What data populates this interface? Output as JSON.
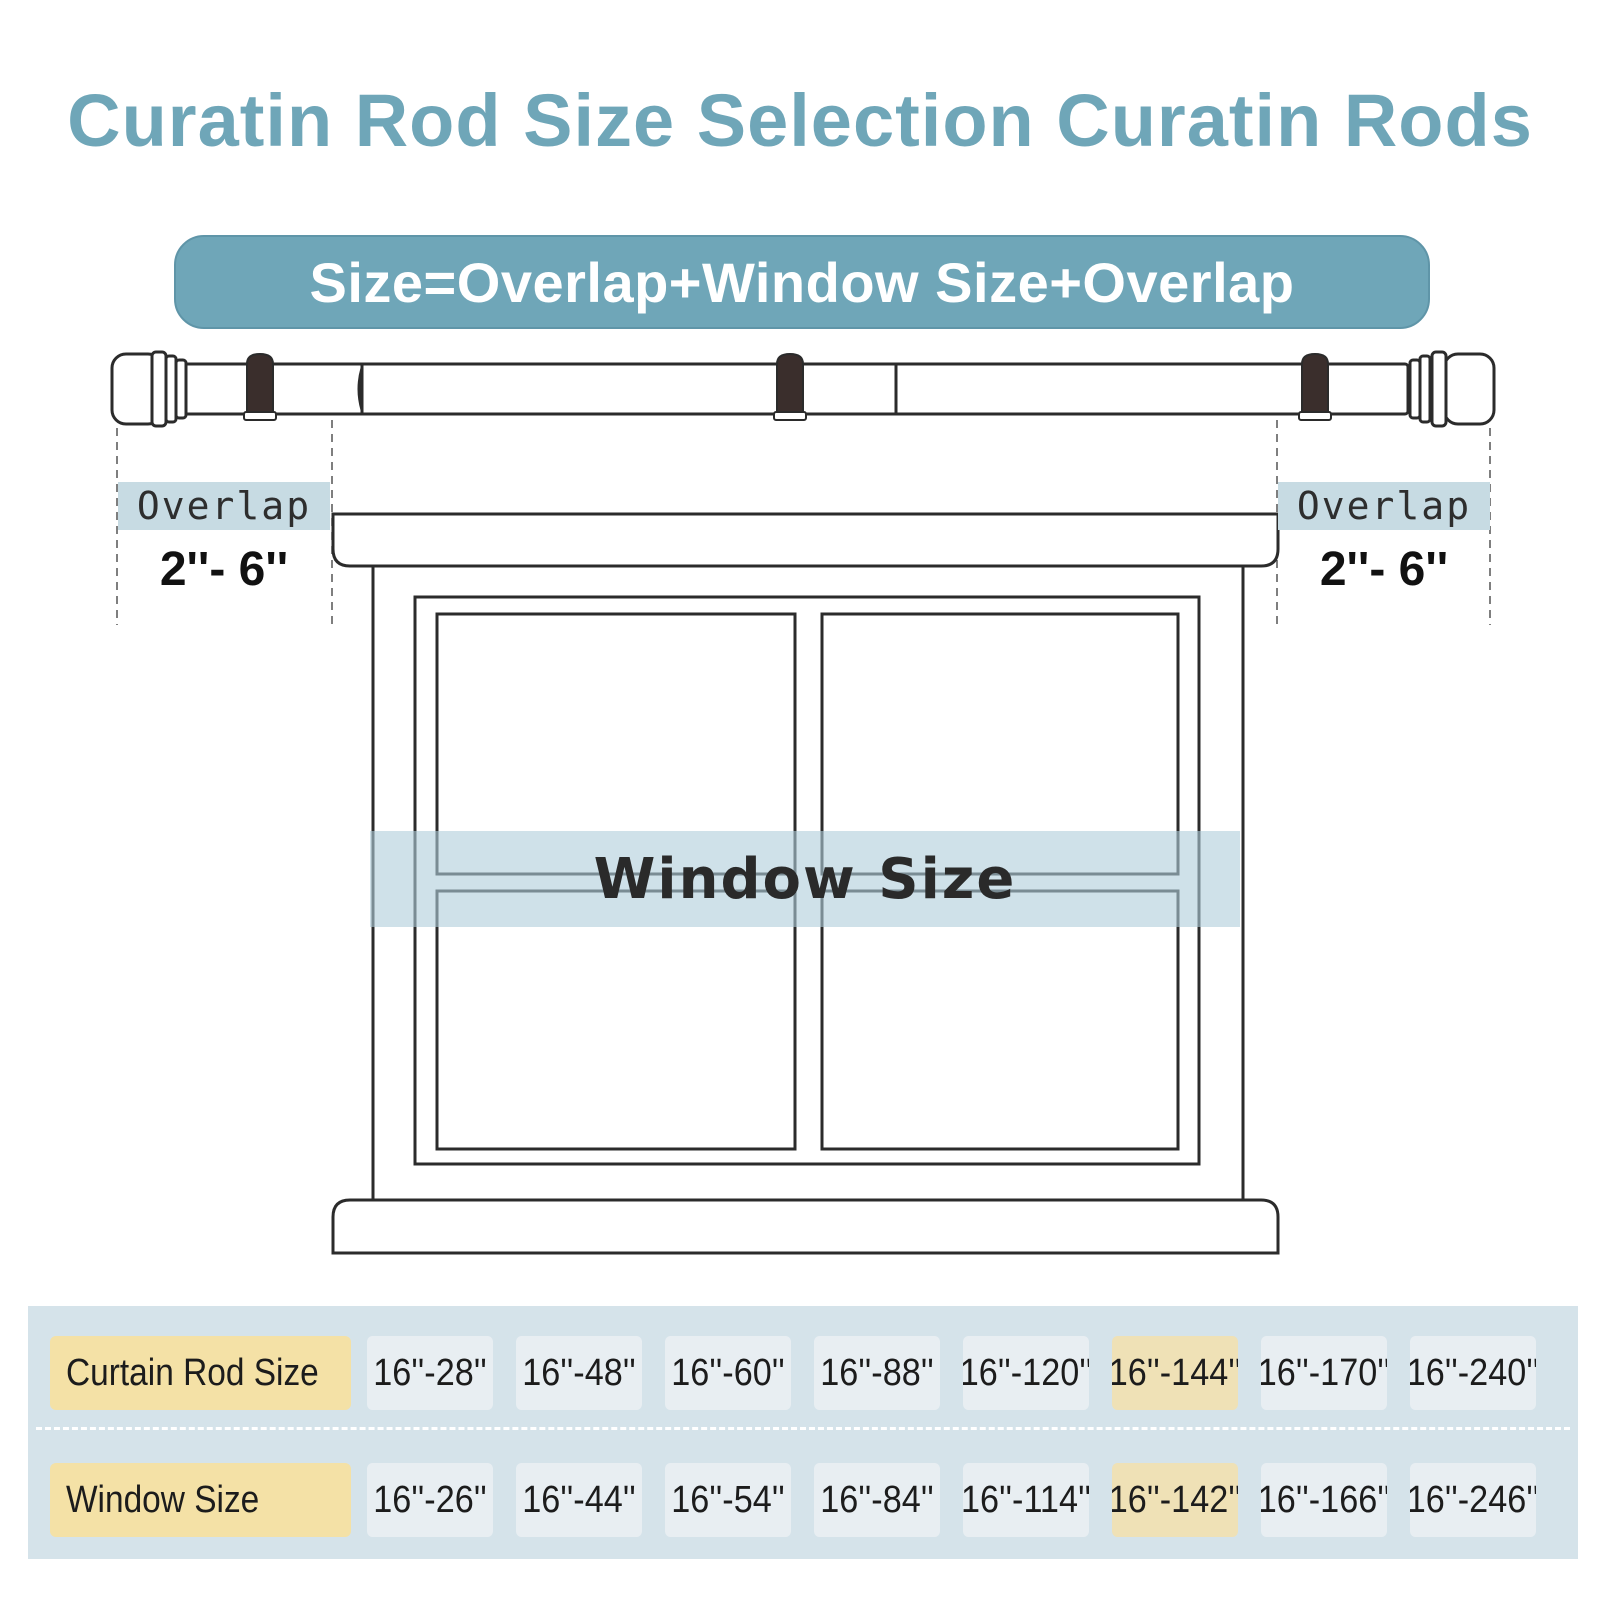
{
  "title": "Curatin Rod Size Selection Curatin Rods",
  "formula": "Size=Overlap+Window Size+Overlap",
  "overlap_left": {
    "label": "Overlap",
    "range": "2''- 6''"
  },
  "overlap_right": {
    "label": "Overlap",
    "range": "2''- 6''"
  },
  "window_label": "Window Size",
  "colors": {
    "accent": "#6fa6b8",
    "band": "#c7dbe3",
    "highlight": "#f4e1a6",
    "line": "#2b2b2b"
  },
  "size_table": {
    "rod_row": {
      "header": "Curtain Rod Size",
      "values": [
        "16''-28''",
        "16''-48''",
        "16''-60''",
        "16''-88''",
        "16''-120''",
        "16''-144''",
        "16''-170''",
        "16''-240''"
      ]
    },
    "window_row": {
      "header": "Window Size",
      "values": [
        "16''-26''",
        "16''-44''",
        "16''-54''",
        "16''-84''",
        "16''-114''",
        "16''-142''",
        "16''-166''",
        "16''-246''"
      ]
    },
    "highlighted_column": 5
  }
}
